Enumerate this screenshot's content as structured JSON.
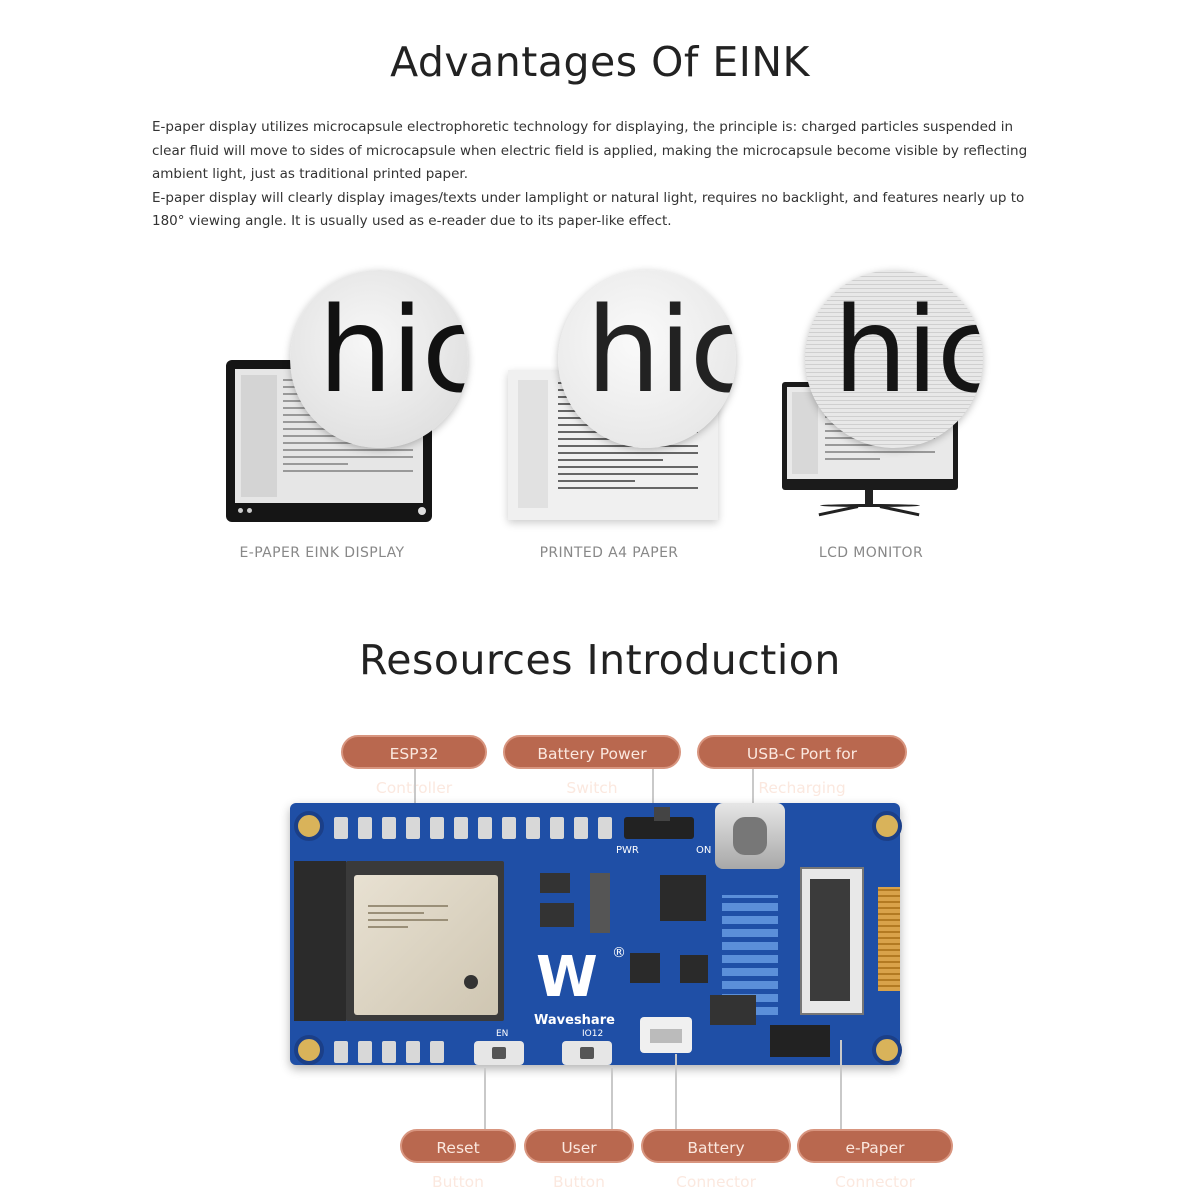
{
  "section1": {
    "title": "Advantages Of EINK",
    "paragraph1_line1": "E-paper display utilizes microcapsule electrophoretic technology for displaying, the principle is: charged particles suspended in",
    "paragraph1_line2": "clear fluid will move to sides of microcapsule when electric field is applied, making the microcapsule become visible by reflecting",
    "paragraph1_line3": "ambient light, just as traditional printed paper.",
    "paragraph2_line1": "E-paper display will clearly display images/texts under lamplight or natural light, requires no backlight, and features nearly up to",
    "paragraph2_line2": "180° viewing angle. It is usually used as e-reader due to its paper-like effect.",
    "comparison": [
      {
        "label": "E-PAPER EINK DISPLAY",
        "magnified": "hic"
      },
      {
        "label": "PRINTED A4 PAPER",
        "magnified": "hic"
      },
      {
        "label": "LCD MONITOR",
        "magnified": "hic"
      }
    ]
  },
  "section2": {
    "title": "Resources Introduction",
    "top_labels": [
      "ESP32 Controller",
      "Battery Power Switch",
      "USB-C Port for Recharging"
    ],
    "bottom_labels": [
      "Reset Button",
      "User Button",
      "Battery Connector",
      "e-Paper Connector"
    ],
    "board": {
      "brand": "Waveshare",
      "logo": "W",
      "silkscreen": [
        "EN",
        "IO12",
        "PWR",
        "ON"
      ]
    }
  },
  "colors": {
    "pill_bg": "#b9684f",
    "pcb": "#1f4fa6"
  }
}
